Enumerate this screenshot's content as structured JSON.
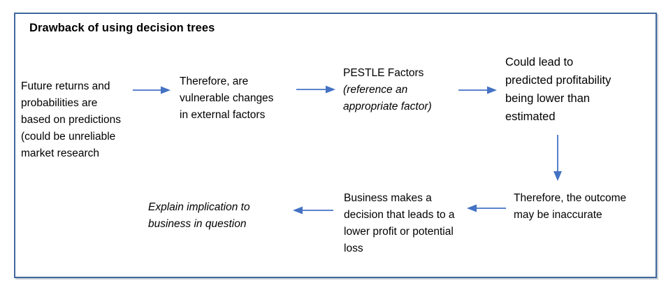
{
  "diagram": {
    "title": "Drawback of using decision trees",
    "border_color": "#41689c",
    "arrow_color": "#4472c4",
    "background": "#ffffff",
    "nodes": [
      {
        "id": "future-returns",
        "name": "future-returns-block",
        "style": "normal",
        "lines": [
          "Future returns and",
          "probabilities are",
          "based on predictions",
          "(could be unreliable",
          "market research"
        ]
      },
      {
        "id": "therefore-vulnerable",
        "name": "therefore-vulnerable-block",
        "style": "normal",
        "lines": [
          "Therefore, are",
          "vulnerable changes",
          "in external factors"
        ]
      },
      {
        "id": "pestle-factors",
        "name": "pestle-factors-block",
        "style": "mixed",
        "lines": [
          "PESTLE Factors",
          "(reference an",
          "appropriate factor)"
        ],
        "italic_lines": [
          1,
          2
        ]
      },
      {
        "id": "could-lead-to",
        "name": "could-lead-to-block",
        "style": "normal",
        "lines": [
          "Could lead to",
          "predicted profitability",
          "being lower than",
          "estimated"
        ]
      },
      {
        "id": "therefore-outcome",
        "name": "therefore-outcome-block",
        "style": "normal",
        "lines": [
          "Therefore, the outcome",
          "may be inaccurate"
        ]
      },
      {
        "id": "business-decision",
        "name": "business-decision-block",
        "style": "normal",
        "lines": [
          "Business makes a",
          "decision that leads to a",
          "lower profit or potential",
          "loss"
        ]
      },
      {
        "id": "explain-implication",
        "name": "explain-implication-block",
        "style": "italic",
        "lines": [
          "Explain implication to",
          "business in question"
        ]
      }
    ],
    "arrows": [
      {
        "id": "arrow-1",
        "name": "arrow-right-future-to-therefore",
        "direction": "right"
      },
      {
        "id": "arrow-2",
        "name": "arrow-right-therefore-to-pestle",
        "direction": "right"
      },
      {
        "id": "arrow-3",
        "name": "arrow-right-pestle-to-couldlead",
        "direction": "right"
      },
      {
        "id": "arrow-4",
        "name": "arrow-down-couldlead-to-outcome",
        "direction": "down"
      },
      {
        "id": "arrow-5",
        "name": "arrow-left-outcome-to-business",
        "direction": "left"
      },
      {
        "id": "arrow-6",
        "name": "arrow-left-business-to-explain",
        "direction": "left"
      }
    ]
  }
}
